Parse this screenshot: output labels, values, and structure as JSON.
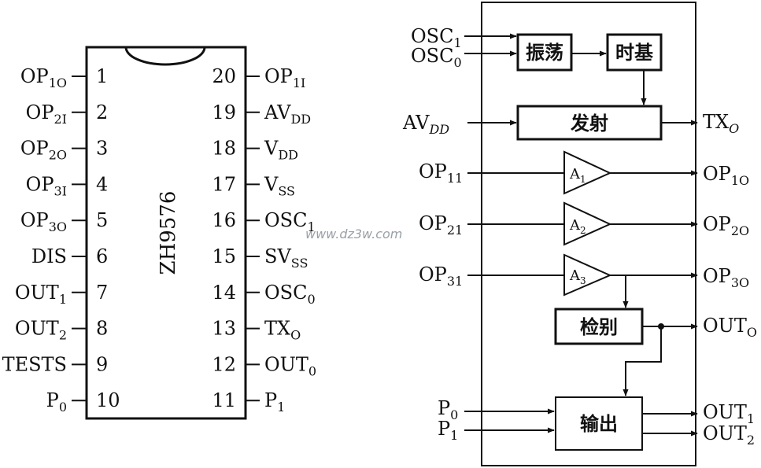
{
  "chip": {
    "name": "ZH9576",
    "left_pins": [
      {
        "num": "1",
        "main": "OP",
        "sub": "1O"
      },
      {
        "num": "2",
        "main": "OP",
        "sub": "2I"
      },
      {
        "num": "3",
        "main": "OP",
        "sub": "2O"
      },
      {
        "num": "4",
        "main": "OP",
        "sub": "3I"
      },
      {
        "num": "5",
        "main": "OP",
        "sub": "3O"
      },
      {
        "num": "6",
        "main": "DIS",
        "sub": ""
      },
      {
        "num": "7",
        "main": "OUT",
        "sub": "1"
      },
      {
        "num": "8",
        "main": "OUT",
        "sub": "2"
      },
      {
        "num": "9",
        "main": "TESTS",
        "sub": ""
      },
      {
        "num": "10",
        "main": "P",
        "sub": "0"
      }
    ],
    "right_pins": [
      {
        "num": "20",
        "main": "OP",
        "sub": "1I"
      },
      {
        "num": "19",
        "main": "AV",
        "sub": "DD"
      },
      {
        "num": "18",
        "main": "V",
        "sub": "DD"
      },
      {
        "num": "17",
        "main": "V",
        "sub": "SS"
      },
      {
        "num": "16",
        "main": "OSC",
        "sub": "1"
      },
      {
        "num": "15",
        "main": "SV",
        "sub": "SS"
      },
      {
        "num": "14",
        "main": "OSC",
        "sub": "0"
      },
      {
        "num": "13",
        "main": "TX",
        "sub": "O"
      },
      {
        "num": "12",
        "main": "OUT",
        "sub": "0"
      },
      {
        "num": "11",
        "main": "P",
        "sub": "1"
      }
    ]
  },
  "watermark": "www.dz3w.com",
  "block": {
    "blocks": {
      "osc": "振荡",
      "timebase": "时基",
      "transmit": "发射",
      "detect": "检别",
      "output": "输出"
    },
    "amps": [
      {
        "main": "A",
        "sub": "1"
      },
      {
        "main": "A",
        "sub": "2"
      },
      {
        "main": "A",
        "sub": "3"
      }
    ],
    "inputs": [
      {
        "main": "OSC",
        "sub": "1"
      },
      {
        "main": "OSC",
        "sub": "0"
      },
      {
        "main": "AV",
        "sub": "DD"
      },
      {
        "main": "OP",
        "sub": "11"
      },
      {
        "main": "OP",
        "sub": "21"
      },
      {
        "main": "OP",
        "sub": "31"
      },
      {
        "main": "P",
        "sub": "0"
      },
      {
        "main": "P",
        "sub": "1"
      }
    ],
    "outputs": [
      {
        "main": "TX",
        "sub": "O"
      },
      {
        "main": "OP",
        "sub": "1O"
      },
      {
        "main": "OP",
        "sub": "2O"
      },
      {
        "main": "OP",
        "sub": "3O"
      },
      {
        "main": "OUT",
        "sub": "O"
      },
      {
        "main": "OUT",
        "sub": "1"
      },
      {
        "main": "OUT",
        "sub": "2"
      }
    ]
  }
}
